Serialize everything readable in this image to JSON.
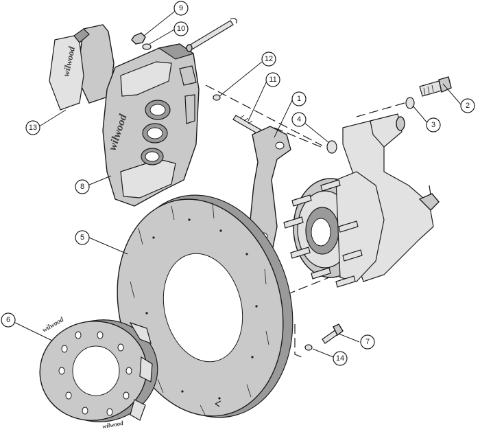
{
  "diagram": {
    "brand_text": "wilwood",
    "callouts": [
      {
        "id": "1",
        "label": "1"
      },
      {
        "id": "2",
        "label": "2"
      },
      {
        "id": "3",
        "label": "3"
      },
      {
        "id": "4",
        "label": "4"
      },
      {
        "id": "5",
        "label": "5"
      },
      {
        "id": "6",
        "label": "6"
      },
      {
        "id": "7",
        "label": "7"
      },
      {
        "id": "8",
        "label": "8"
      },
      {
        "id": "9",
        "label": "9"
      },
      {
        "id": "10",
        "label": "10"
      },
      {
        "id": "11",
        "label": "11"
      },
      {
        "id": "12",
        "label": "12"
      },
      {
        "id": "13",
        "label": "13"
      },
      {
        "id": "14",
        "label": "14"
      }
    ]
  }
}
